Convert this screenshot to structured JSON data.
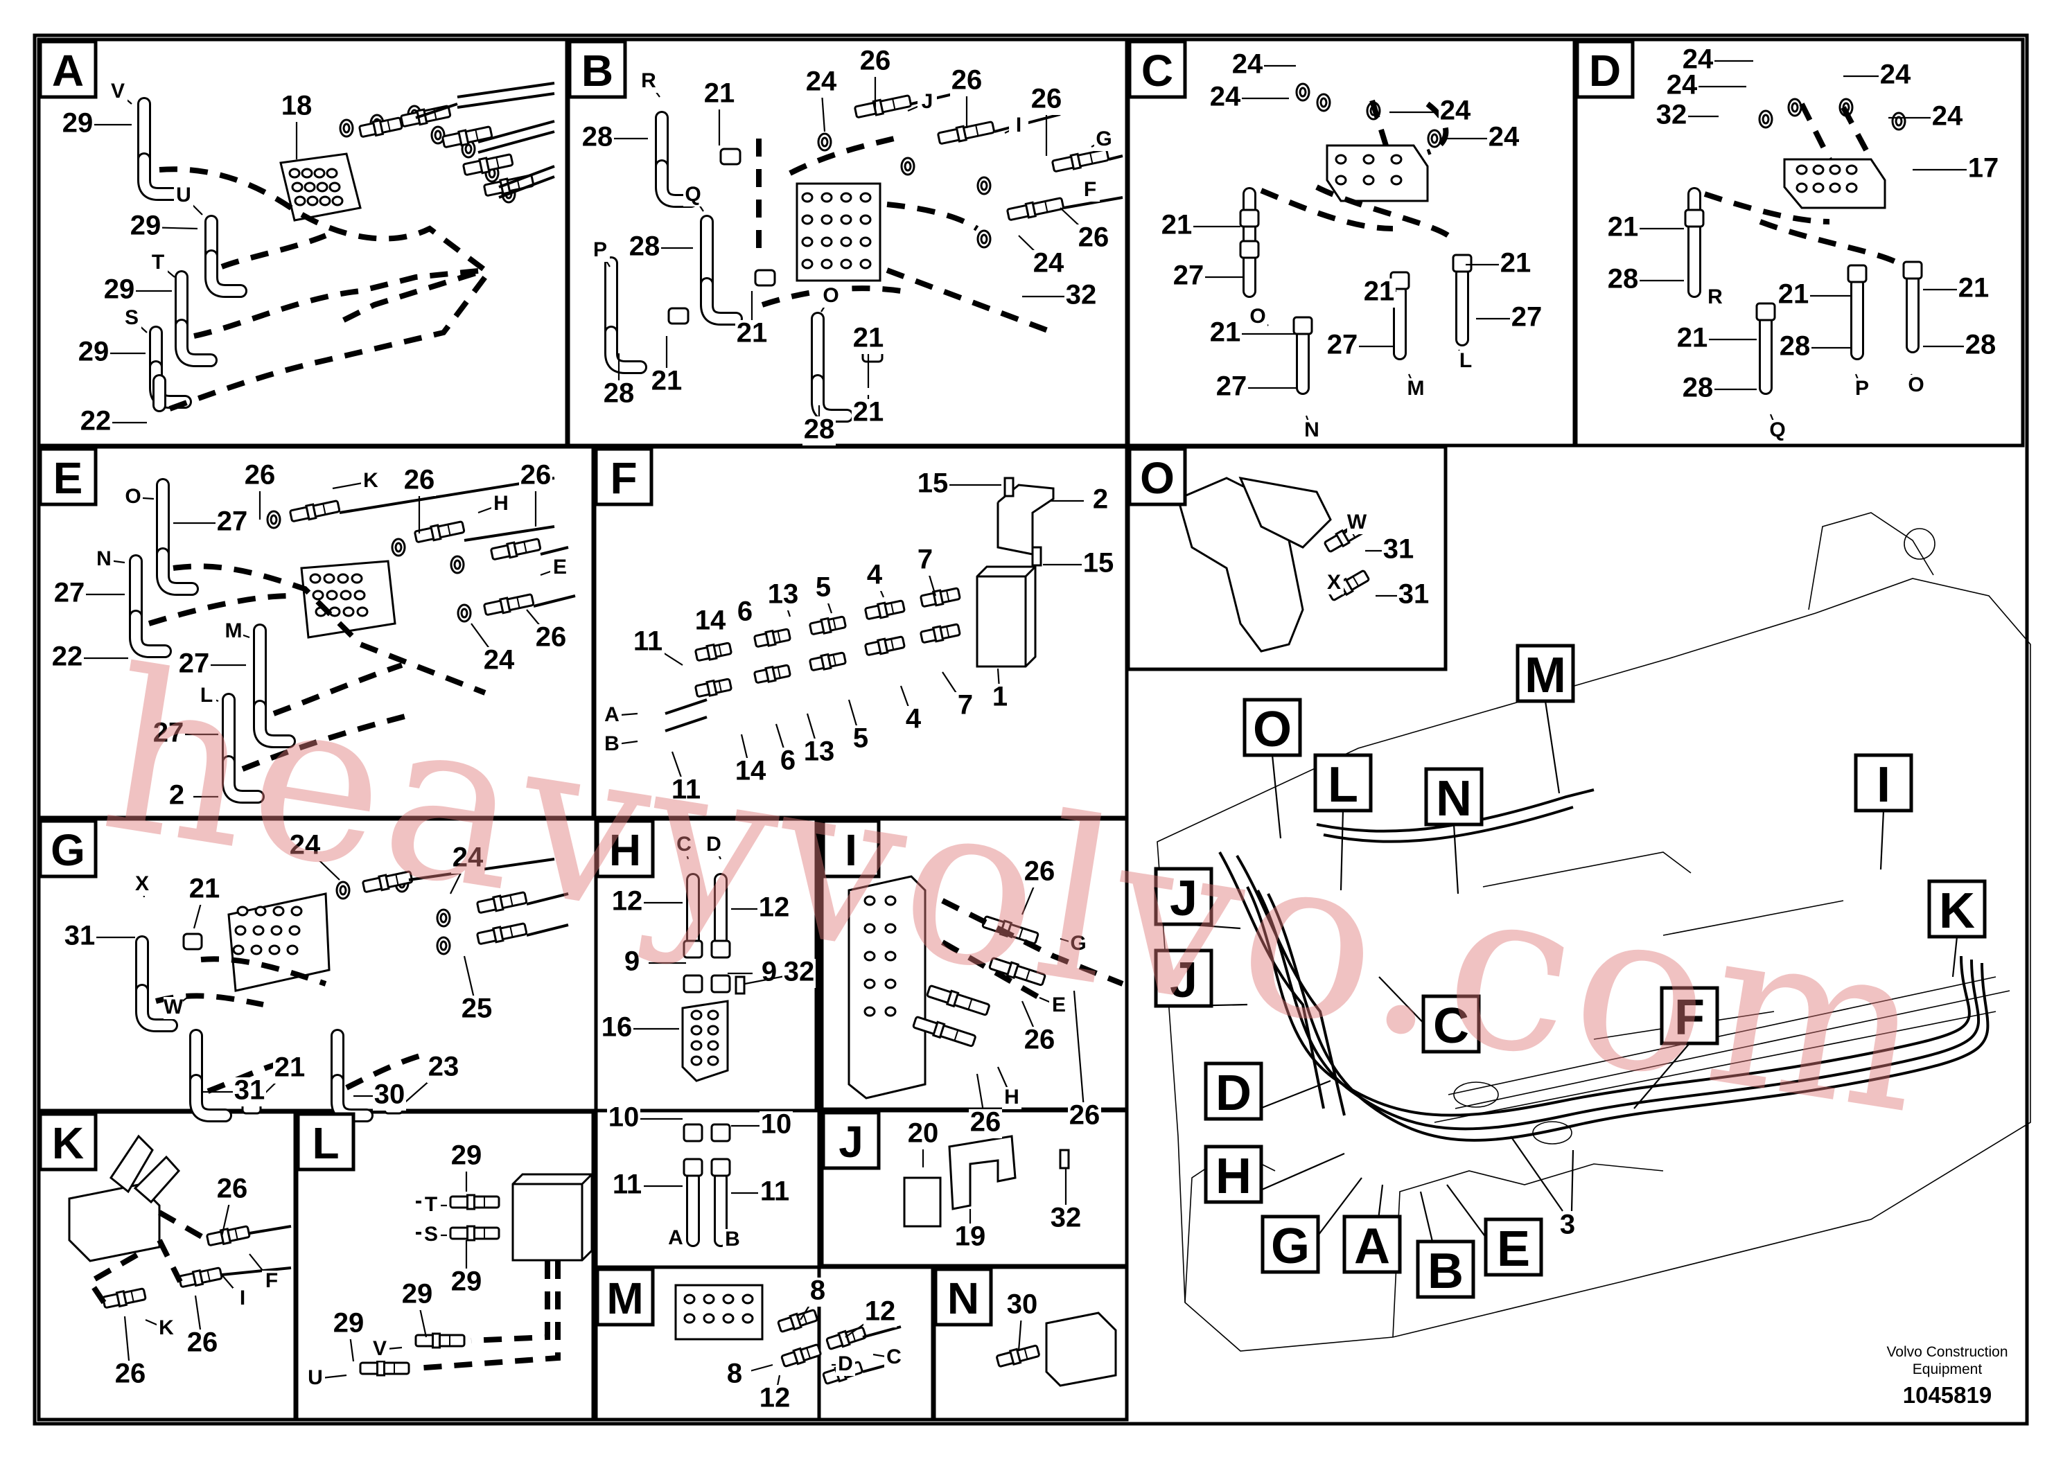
{
  "panels": [
    {
      "id": "A"
    },
    {
      "id": "B"
    },
    {
      "id": "C"
    },
    {
      "id": "D"
    },
    {
      "id": "E"
    },
    {
      "id": "F"
    },
    {
      "id": "O"
    },
    {
      "id": "G"
    },
    {
      "id": "H"
    },
    {
      "id": "I"
    },
    {
      "id": "J"
    },
    {
      "id": "K"
    },
    {
      "id": "L"
    },
    {
      "id": "M"
    },
    {
      "id": "N"
    }
  ],
  "callouts": [
    "O",
    "M",
    "L",
    "N",
    "I",
    "J",
    "J",
    "C",
    "K",
    "F",
    "D",
    "H",
    "G",
    "A",
    "B",
    "E"
  ],
  "overview_part": "3",
  "footer": {
    "company_line1": "Volvo Construction",
    "company_line2": "Equipment",
    "doc_number": "1045819"
  },
  "watermark": "heavyvolvo.com",
  "colors": {
    "line": "#000000",
    "background": "#ffffff",
    "watermark": "#dd7878"
  }
}
